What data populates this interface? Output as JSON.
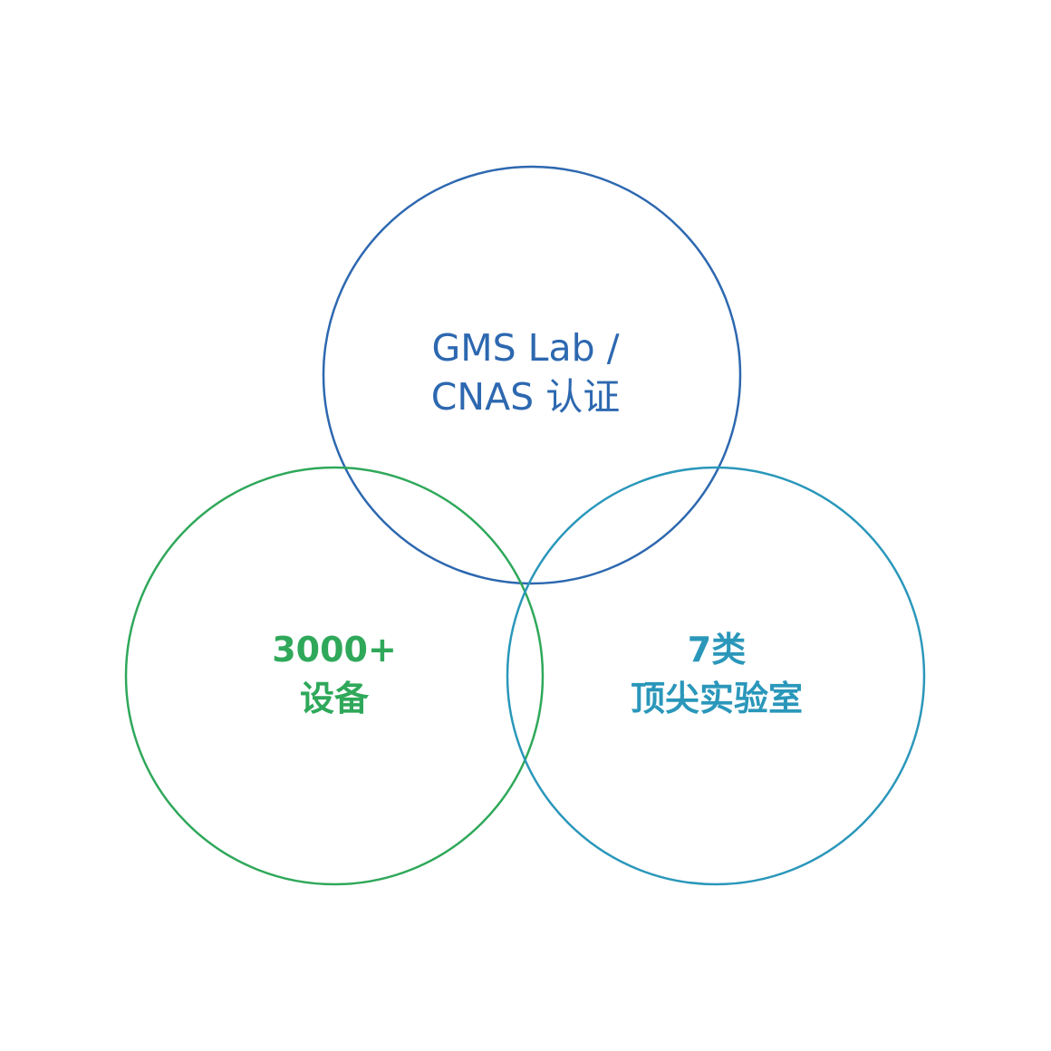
{
  "colors": {
    "top": "#2d68b0",
    "left": "#2fa85a",
    "right": "#2a97ba"
  },
  "circles": {
    "top": {
      "line1": "GMS Lab /",
      "line2": "CNAS 认证"
    },
    "left": {
      "line1": "3000+",
      "line2": "设备"
    },
    "right": {
      "line1": "7类",
      "line2": "顶尖实验室"
    }
  }
}
